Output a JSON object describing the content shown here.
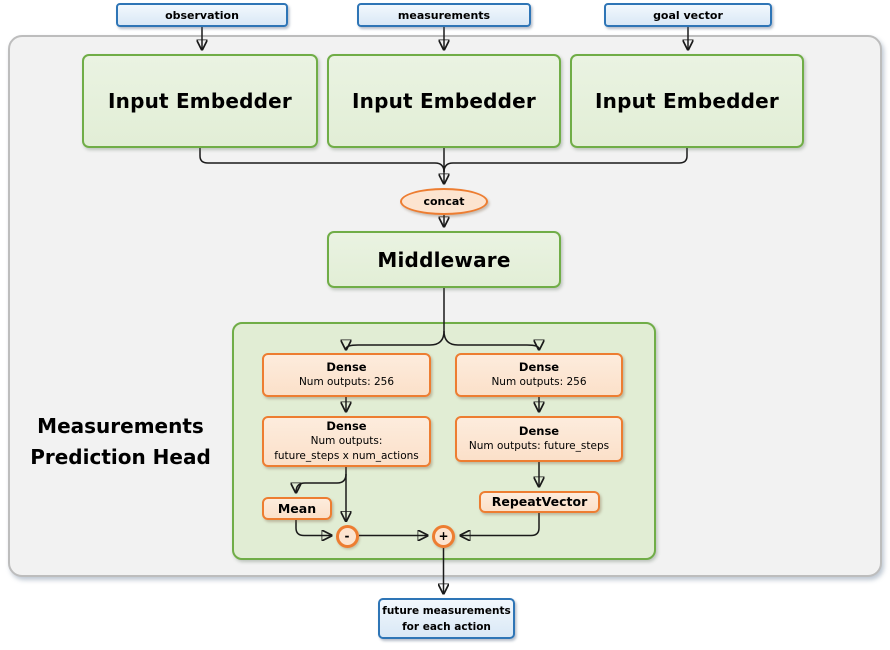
{
  "top_inputs": [
    {
      "label": "observation"
    },
    {
      "label": "measurements"
    },
    {
      "label": "goal vector"
    }
  ],
  "embedders": [
    {
      "label": "Input Embedder"
    },
    {
      "label": "Input Embedder"
    },
    {
      "label": "Input Embedder"
    }
  ],
  "concat": {
    "label": "concat"
  },
  "middleware": {
    "label": "Middleware"
  },
  "prediction_head": {
    "title_line1": "Measurements",
    "title_line2": "Prediction Head",
    "left_branch": {
      "dense1": {
        "name": "Dense",
        "detail": "Num outputs: 256"
      },
      "dense2": {
        "name": "Dense",
        "detail_line1": "Num outputs:",
        "detail_line2": "future_steps x num_actions"
      },
      "mean": {
        "label": "Mean"
      },
      "minus_op": {
        "label": "-"
      }
    },
    "right_branch": {
      "dense1": {
        "name": "Dense",
        "detail": "Num outputs: 256"
      },
      "dense2": {
        "name": "Dense",
        "detail": "Num outputs: future_steps"
      },
      "repeat_vector": {
        "label": "RepeatVector"
      },
      "plus_op": {
        "label": "+"
      }
    }
  },
  "output": {
    "label_line1": "future measurements",
    "label_line2": "for each action"
  },
  "colors": {
    "green_border": "#70AD47",
    "green_fill": "#E5F0DC",
    "orange_border": "#ED7D31",
    "orange_fill": "#FCE4D0",
    "blue_border": "#2E75B6",
    "blue_fill": "#D9E8F6",
    "frame_fill": "#F2F2F2",
    "frame_border": "#BDBDBD",
    "wire": "#1A1A1A"
  }
}
